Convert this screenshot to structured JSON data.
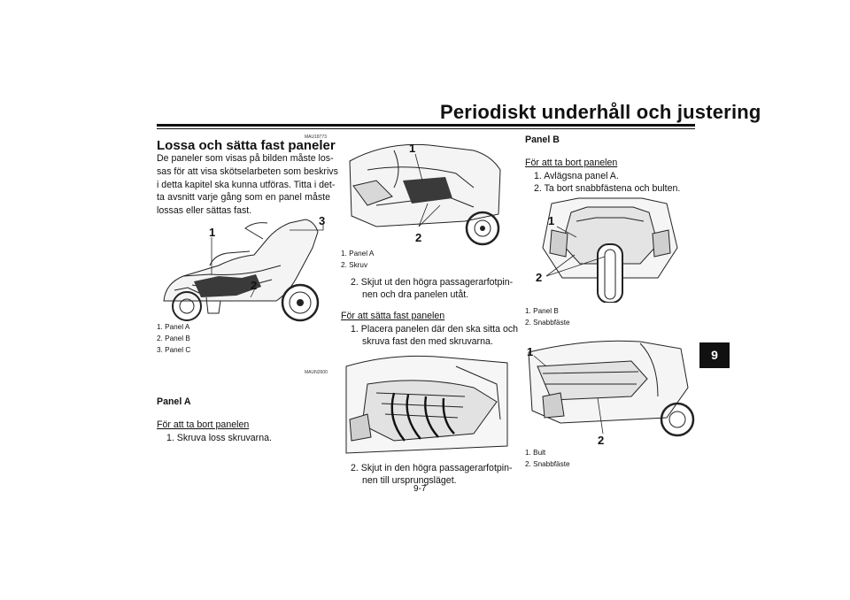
{
  "header": {
    "title": "Periodiskt underhåll och justering",
    "chapter_tab": "9"
  },
  "codes": {
    "section": "MAU18773",
    "figure": "MAUN2600"
  },
  "section": {
    "title": "Lossa och sätta fast paneler",
    "intro_lines": [
      "De paneler som visas på bilden måste los-",
      "sas för att visa skötselarbeten som beskrivs",
      "i detta kapitel ska kunna utföras. Titta i det-",
      "ta avsnitt varje gång som en panel måste",
      "lossas eller sättas fast."
    ]
  },
  "figure1": {
    "callouts": [
      "1",
      "2",
      "3"
    ],
    "caption": [
      "1. Panel A",
      "2. Panel B",
      "3. Panel C"
    ]
  },
  "panel_a": {
    "title": "Panel A",
    "remove_heading": "För att ta bort panelen",
    "remove_steps": [
      "1.  Skruva loss skruvarna."
    ]
  },
  "figure2": {
    "callouts": [
      "1",
      "2"
    ],
    "caption": [
      "1. Panel A",
      "2. Skruv"
    ]
  },
  "panel_a_cont": {
    "step2_lines": [
      "2.  Skjut ut den högra passagerarfotpin-",
      "nen och dra panelen utåt."
    ],
    "install_heading": "För att sätta fast panelen",
    "install_step1_lines": [
      "1.  Placera panelen där den ska sitta och",
      "skruva fast den med skruvarna."
    ],
    "install_step2_lines": [
      "2.  Skjut in den högra passagerarfotpin-",
      "nen till ursprungsläget."
    ]
  },
  "panel_b": {
    "title": "Panel B",
    "remove_heading": "För att ta bort panelen",
    "remove_steps": [
      "1.  Avlägsna panel A.",
      "2.  Ta bort snabbfästena och bulten."
    ]
  },
  "figure4": {
    "callouts": [
      "1",
      "2"
    ],
    "caption": [
      "1. Panel B",
      "2. Snabbfäste"
    ]
  },
  "figure5": {
    "callouts": [
      "1",
      "2"
    ],
    "caption": [
      "1. Bult",
      "2. Snabbfäste"
    ]
  },
  "footer": {
    "page_number": "9-7"
  }
}
